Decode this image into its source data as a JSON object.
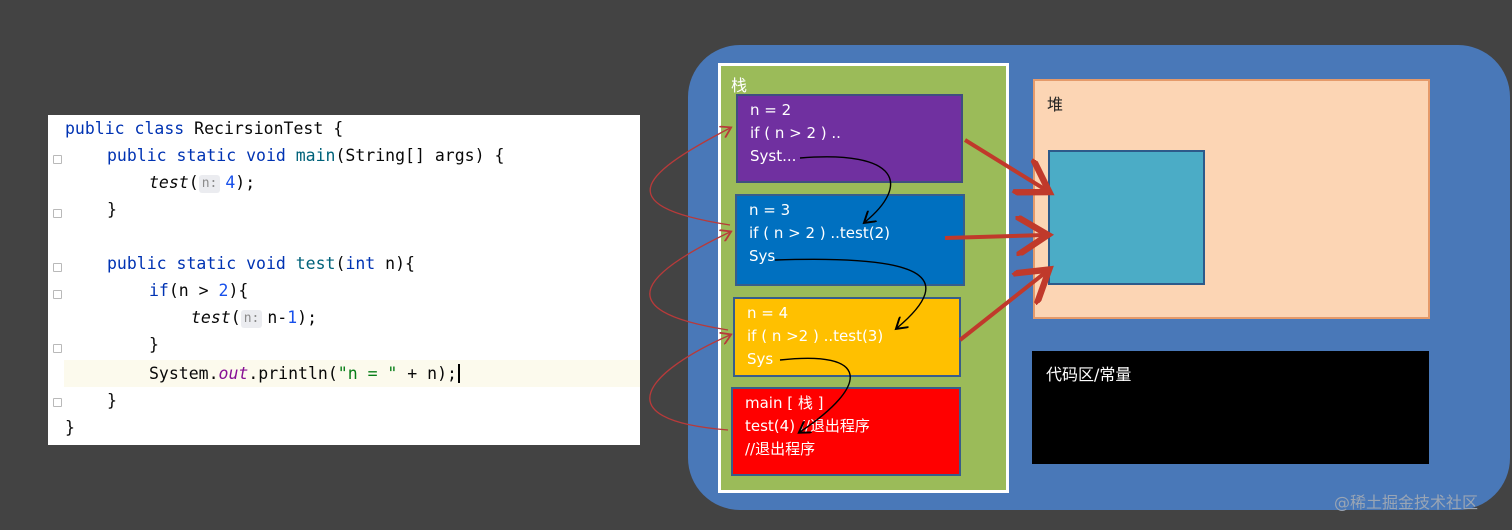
{
  "code": {
    "class_decl": {
      "kw": "public class ",
      "name": "RecirsionTest",
      "rest": " {"
    },
    "main_decl": {
      "kw": "public static void ",
      "name": "main",
      "rest": "(String[] args) {"
    },
    "main_call": {
      "fn": "test",
      "open": "(",
      "hint": "n:",
      "arg": "4",
      "close": ");"
    },
    "close_brace": "}",
    "test_decl": {
      "kw": "public static void ",
      "name": "test",
      "open": "(",
      "param_type": "int",
      "rest": " n){"
    },
    "if_line": {
      "kw": "if",
      "mid": "(n > ",
      "num": "2",
      "rest": "){"
    },
    "rec_call": {
      "fn": "test",
      "open": "(",
      "hint": "n:",
      "arg": "n-",
      "num": "1",
      "close": ");"
    },
    "print_line": {
      "prefix": "System.",
      "field": "out",
      "mid": ".println(",
      "str": "\"n = \"",
      "rest": " + n);"
    }
  },
  "diagram": {
    "stack_label": "栈",
    "frames": [
      {
        "lines": [
          "n  = 2",
          "if ( n > 2 ) ..",
          "Syst..."
        ],
        "color": "#7030a0"
      },
      {
        "lines": [
          "n  = 3",
          "if ( n > 2 ) ..test(2)",
          "Sys"
        ],
        "color": "#0070c0"
      },
      {
        "lines": [
          "n   = 4",
          "if ( n >2 ) ..test(3)",
          "Sys"
        ],
        "color": "#ffc000"
      },
      {
        "lines": [
          "main [ 栈 ]",
          "test(4) //退出程序",
          "//退出程序"
        ],
        "color": "#ff0000"
      }
    ],
    "heap_label": "堆",
    "const_label": "代码区/常量"
  },
  "watermark": "@稀土掘金技术社区"
}
